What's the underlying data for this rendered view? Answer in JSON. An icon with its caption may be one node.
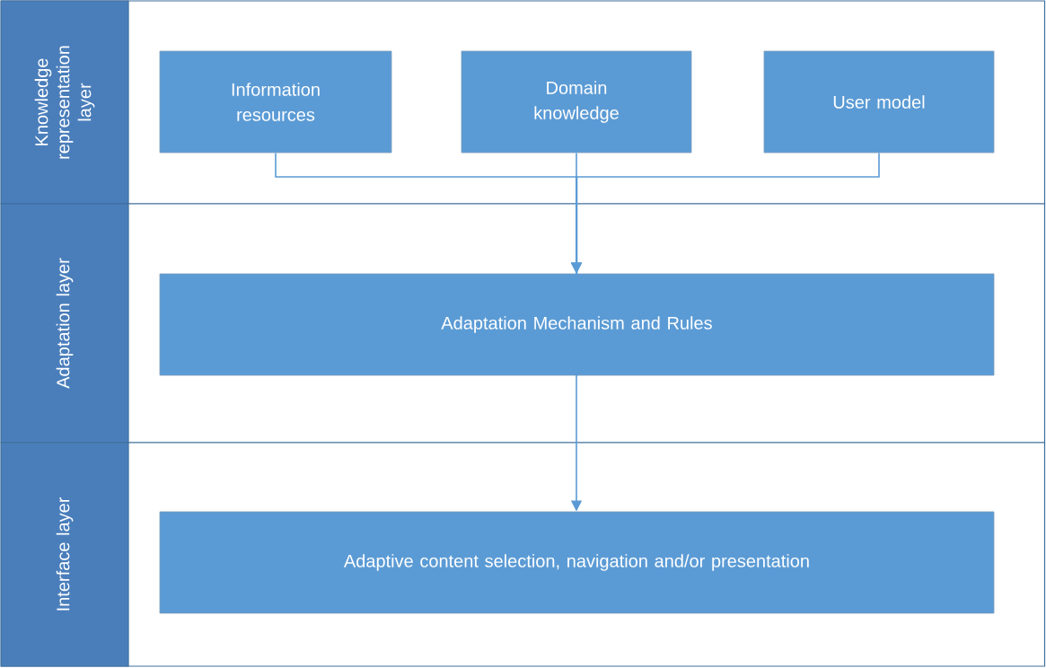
{
  "diagram": {
    "nodes": [
      {
        "text": [
          "Knowledge representation layer"
        ]
      },
      {
        "text": [
          "Information resources"
        ],
        "in": 0
      },
      {
        "text": [
          "Domain knowledge"
        ],
        "in": 0
      },
      {
        "text": [
          "User model"
        ],
        "in": 0
      },
      {
        "text": [
          "Adaptation layer"
        ]
      },
      {
        "text": [
          "Adaptation Mechanism and Rules"
        ],
        "in": 4
      },
      {
        "text": [
          "Interface layer"
        ]
      },
      {
        "text": [
          "Adaptive content selection, navigation and/or presentation"
        ],
        "in": 6
      }
    ],
    "edges": [
      {
        "from": 1,
        "to": 5,
        "arrow": "to"
      },
      {
        "from": 2,
        "to": 5,
        "arrow": "to"
      },
      {
        "from": 3,
        "to": 5,
        "arrow": "to"
      },
      {
        "from": 5,
        "to": 7,
        "arrow": "to"
      }
    ]
  }
}
